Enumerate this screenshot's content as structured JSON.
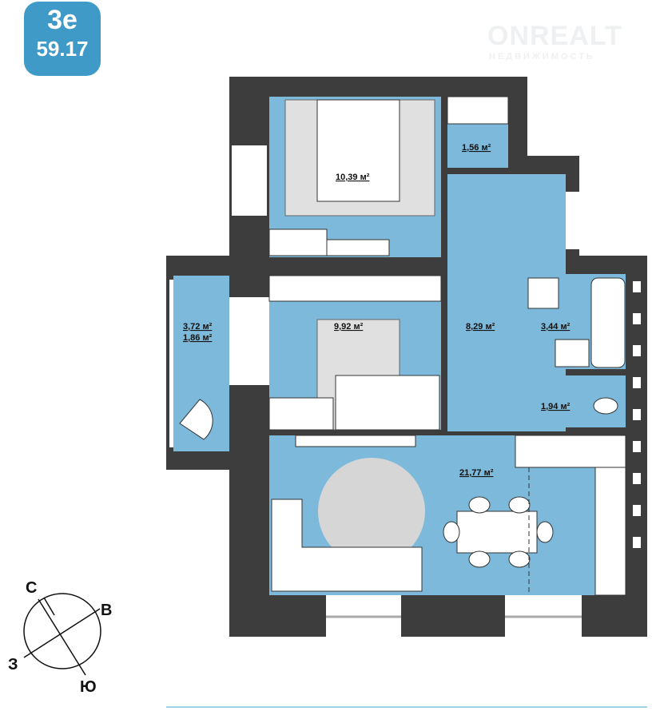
{
  "badge": {
    "type": "3е",
    "area": "59.17"
  },
  "watermark": {
    "name": "ONREALT",
    "subtitle": "НЕДВИЖИМОСТЬ"
  },
  "rooms": [
    {
      "id": "bedroom",
      "area": "10,39 м²"
    },
    {
      "id": "closet",
      "area": "1,56 м²"
    },
    {
      "id": "hallway",
      "area": "8,29 м²"
    },
    {
      "id": "bathroom",
      "area": "3,44 м²"
    },
    {
      "id": "wc",
      "area": "1,94 м²"
    },
    {
      "id": "room",
      "area": "9,92 м²"
    },
    {
      "id": "balcony",
      "area": "3,72 м²",
      "area2": "1,86 м²"
    },
    {
      "id": "living-kitchen",
      "area": "21,77 м²"
    }
  ],
  "compass": {
    "n": "С",
    "e": "В",
    "w": "З",
    "s": "Ю"
  },
  "colors": {
    "room": "#7db9da",
    "wall": "#3d3d3d",
    "accent": "#3f9ac8"
  }
}
